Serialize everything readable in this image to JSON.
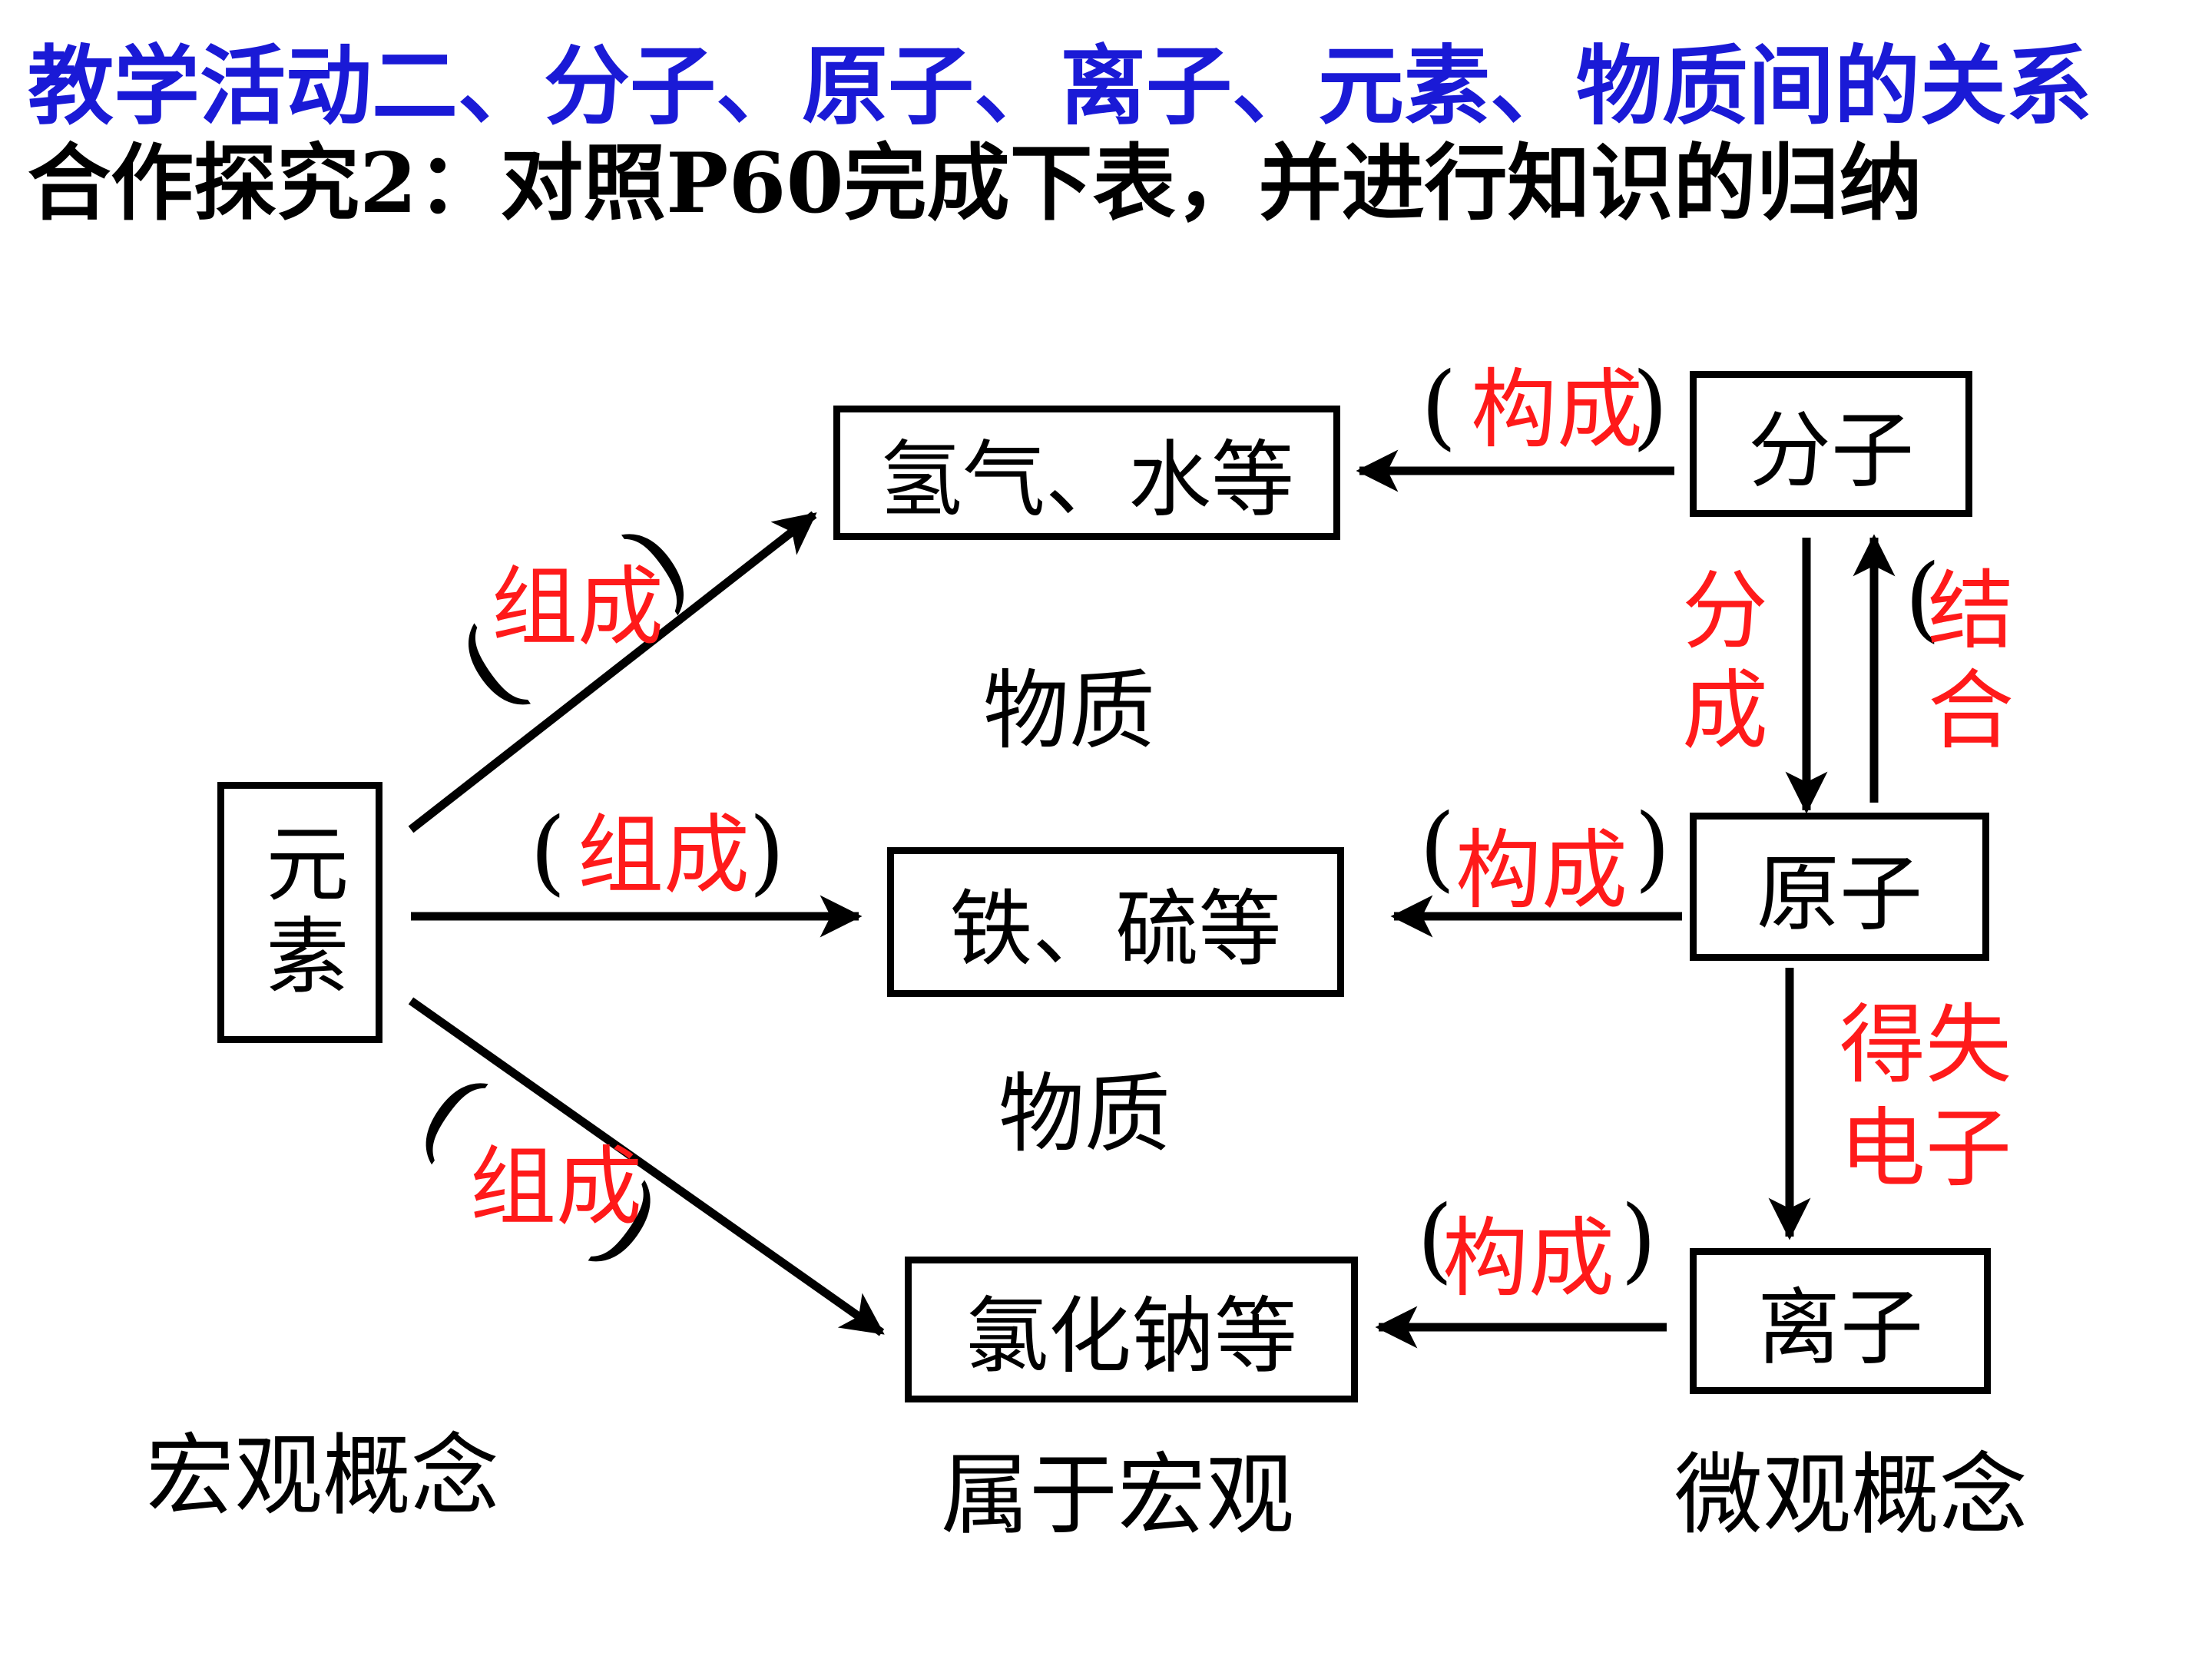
{
  "titles": {
    "activity": "教学活动二、分子、原子、离子、元素、物质间的关系",
    "task": "合作探究2：对照P60完成下表，并进行知识的归纳"
  },
  "nodes": {
    "element": "元素",
    "substance_top": "氢气、水等",
    "substance_mid": "铁、硫等",
    "substance_bot": "氯化钠等",
    "molecule": "分子",
    "atom": "原子",
    "ion": "离子"
  },
  "relations": {
    "compose_top": "组成",
    "compose_mid": "组成",
    "compose_bot": "组成",
    "construct_top": "构成",
    "construct_mid": "构成",
    "construct_bot": "构成",
    "split_1": "分",
    "split_2": "成",
    "combine_1": "结",
    "combine_2": "合",
    "electron_1": "得失",
    "electron_2": "电子"
  },
  "parens": {
    "open": "(",
    "close": ")"
  },
  "labels": {
    "substance_1": "物质",
    "substance_2": "物质",
    "macro_concept": "宏观概念",
    "belongs_macro": "属于宏观",
    "micro_concept": "微观概念"
  },
  "colors": {
    "title_blue": "#1a1ad6",
    "relation_red": "#ff1a1a",
    "line_black": "#000000"
  }
}
